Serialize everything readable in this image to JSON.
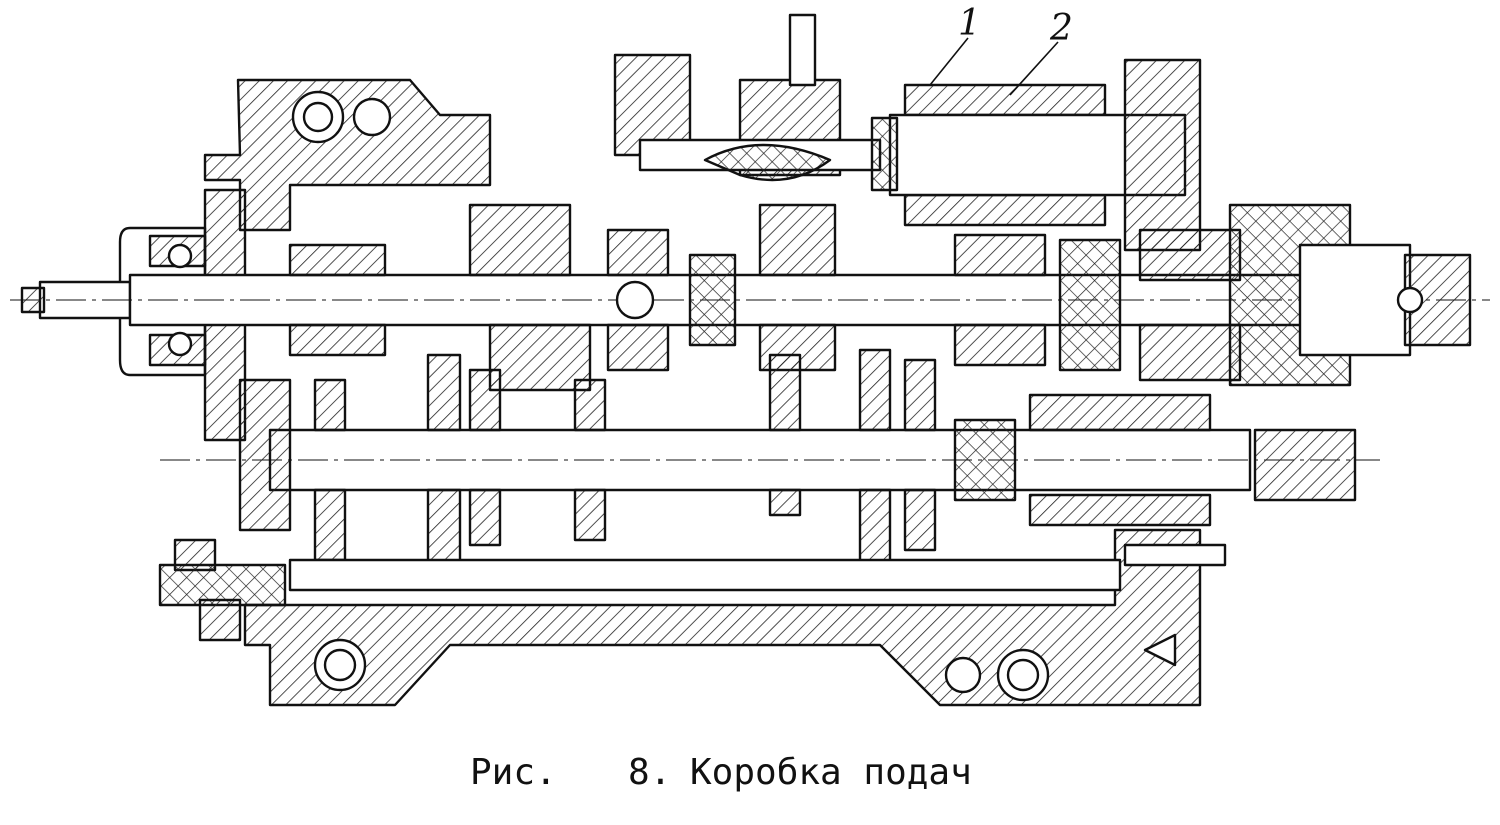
{
  "callouts": [
    "1",
    "2"
  ],
  "caption": {
    "prefix": "Рис.",
    "number": "8.",
    "title": "Коробка подач"
  }
}
